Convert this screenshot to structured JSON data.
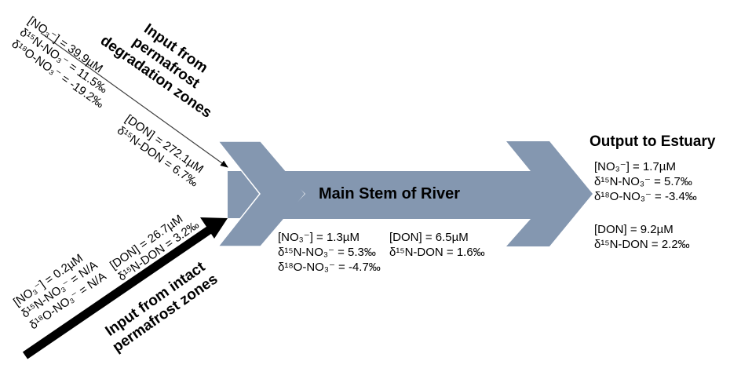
{
  "colors": {
    "river": "#8497b0",
    "arrow_black": "#000000",
    "arrow_thin": "#404040"
  },
  "degradation": {
    "title_lines": [
      "Input from",
      "permafrost",
      "degradation zones"
    ],
    "no3": {
      "conc": "[NO₃⁻] = 39.9µM",
      "d15n": "δ¹⁵N-NO₃⁻ = 11.5‰",
      "d18o": "δ¹⁸O-NO₃⁻ = -19.2‰"
    },
    "don": {
      "conc": "[DON] = 272.1µM",
      "d15n": "δ¹⁵N-DON = 6.7‰"
    }
  },
  "intact": {
    "title_lines": [
      "Input from intact",
      "permafrost zones"
    ],
    "no3": {
      "conc": "[NO₃⁻] = 0.2µM",
      "d15n": "δ¹⁵N-NO₃⁻ = N/A",
      "d18o": "δ¹⁸O-NO₃⁻ = N/A"
    },
    "don": {
      "conc": "[DON] = 26.7µM",
      "d15n": "δ¹⁵N-DON = 3.2‰"
    }
  },
  "main_stem": {
    "label": "Main Stem of River",
    "no3": {
      "conc": "[NO₃⁻] = 1.3µM",
      "d15n": "δ¹⁵N-NO₃⁻ = 5.3‰",
      "d18o": "δ¹⁸O-NO₃⁻ = -4.7‰"
    },
    "don": {
      "conc": "[DON] = 6.5µM",
      "d15n": "δ¹⁵N-DON = 1.6‰"
    }
  },
  "estuary": {
    "title": "Output to Estuary",
    "no3": {
      "conc": "[NO₃⁻] = 1.7µM",
      "d15n": "δ¹⁵N-NO₃⁻ = 5.7‰",
      "d18o": "δ¹⁸O-NO₃⁻ = -3.4‰"
    },
    "don": {
      "conc": "[DON] = 9.2µM",
      "d15n": "δ¹⁵N-DON = 2.2‰"
    }
  }
}
